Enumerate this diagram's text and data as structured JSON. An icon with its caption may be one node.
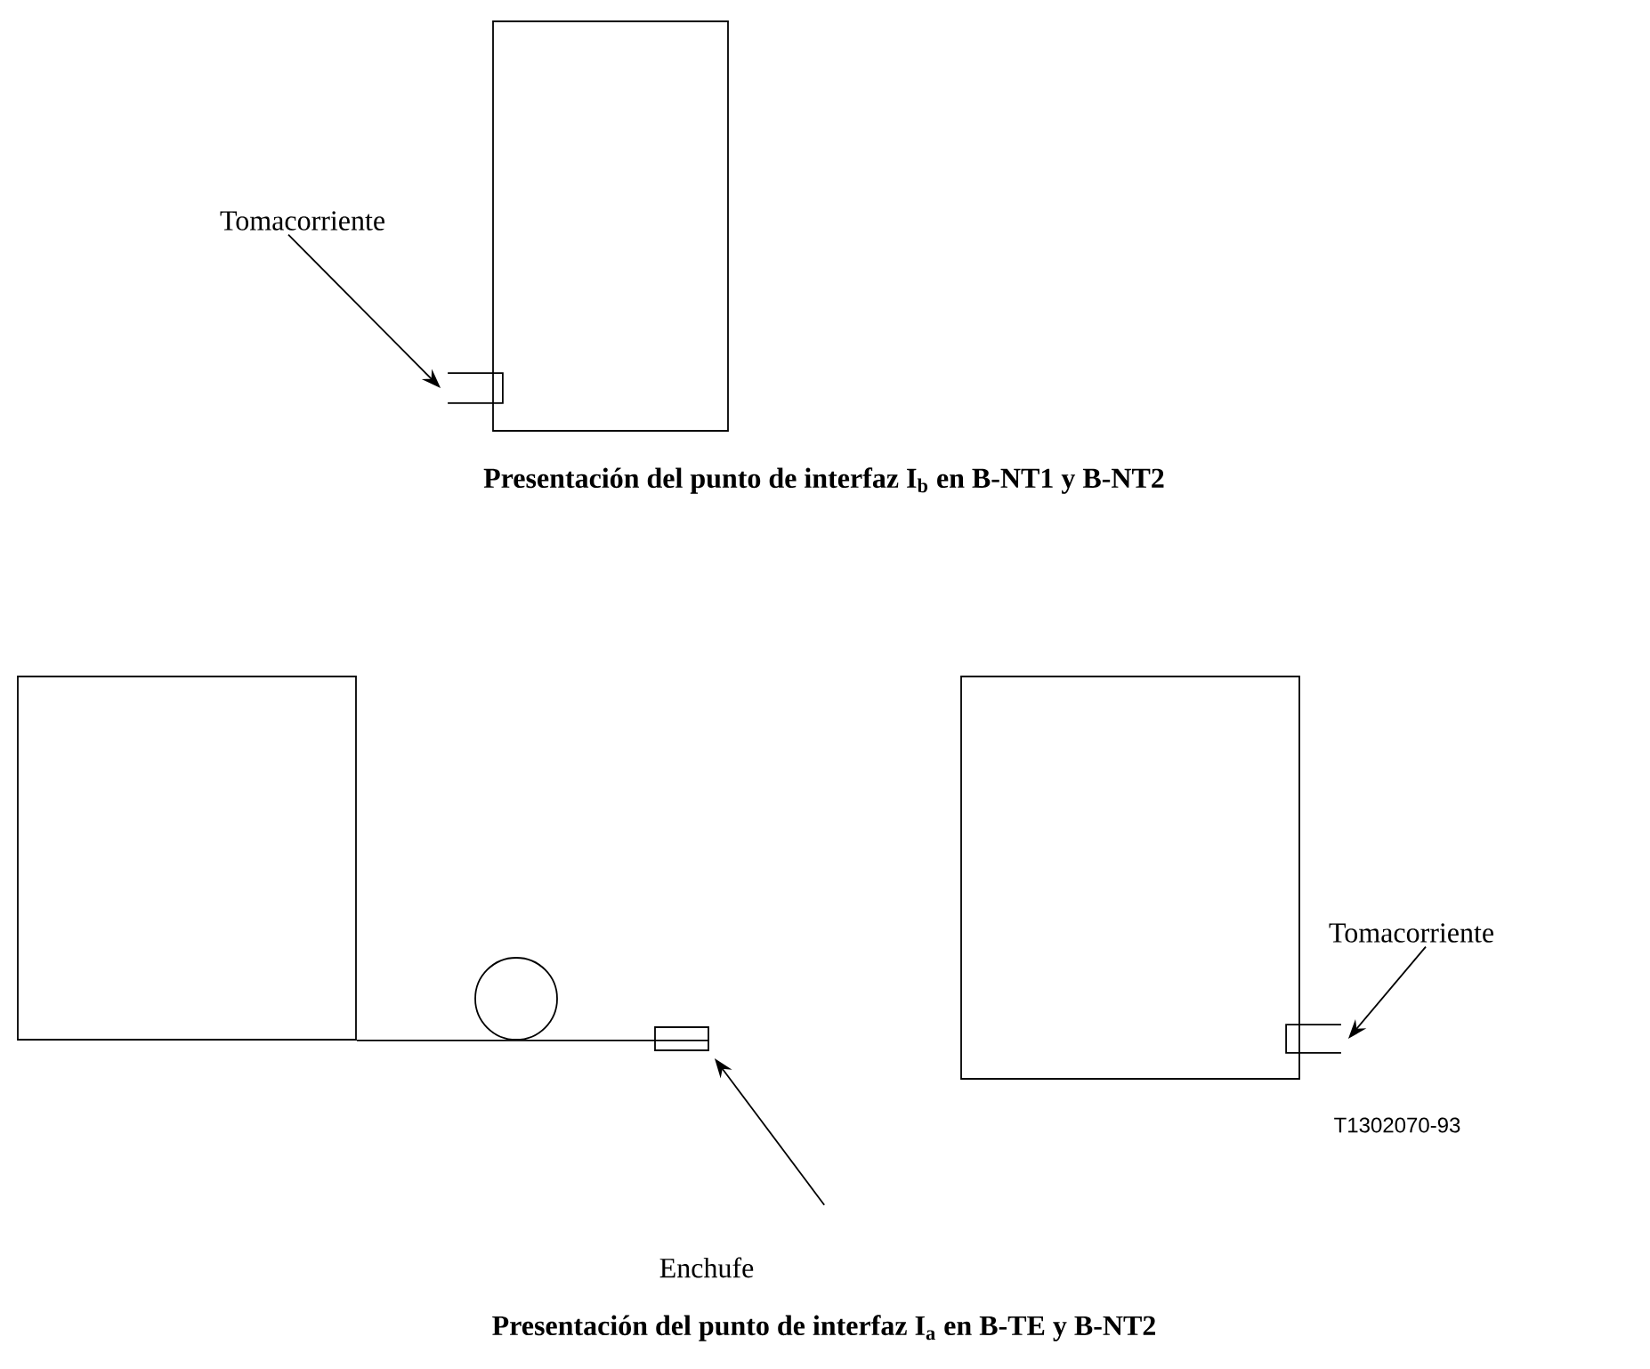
{
  "diagram": {
    "nodes": [
      {
        "text": [],
        "shape": "box"
      },
      {
        "text": [
          "Tomacorriente"
        ]
      },
      {
        "text": [],
        "shape": "box"
      },
      {
        "text": [],
        "shape": "box"
      },
      {
        "text": [],
        "shape": "circle"
      },
      {
        "text": [],
        "shape": "box"
      },
      {
        "text": [
          "Enchufe"
        ]
      },
      {
        "text": [],
        "shape": "box"
      },
      {
        "text": [],
        "shape": "box"
      },
      {
        "text": [
          "Tomacorriente"
        ]
      }
    ],
    "edges": [
      {
        "from": 1,
        "to": 2,
        "arrow": "to"
      },
      {
        "from": 3,
        "to": 4,
        "arrow": "none"
      },
      {
        "from": 4,
        "to": 5,
        "arrow": "none"
      },
      {
        "from": 6,
        "to": 5,
        "arrow": "to"
      },
      {
        "from": 9,
        "to": 8,
        "arrow": "to"
      }
    ],
    "labels": [
      "Presentación del punto de interfaz I$_{b}$ en B-NT1 y B-NT2",
      "T1302070-93",
      "Presentación del punto de interfaz I$_{a}$ en B-TE y B-NT2"
    ]
  }
}
